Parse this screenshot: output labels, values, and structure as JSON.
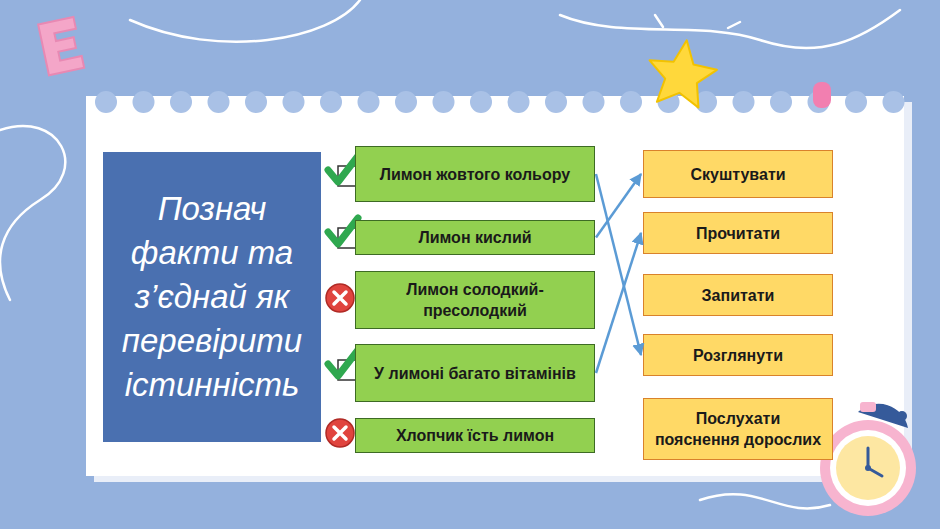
{
  "diagram": {
    "nodes": [
      {
        "text": [
          "Познач факти та з’єднай як перевірити істинність"
        ]
      },
      {
        "text": [
          "Лимон жовтого кольору"
        ]
      },
      {
        "text": [
          "Лимон кислий"
        ]
      },
      {
        "text": [
          "Лимон солодкий-пресолодкий"
        ]
      },
      {
        "text": [
          "У лимоні багато вітамінів"
        ]
      },
      {
        "text": [
          "Хлопчик їсть лимон"
        ]
      },
      {
        "text": [
          "Скуштувати"
        ]
      },
      {
        "text": [
          "Прочитати"
        ]
      },
      {
        "text": [
          "Запитати"
        ]
      },
      {
        "text": [
          "Розглянути"
        ]
      },
      {
        "text": [
          "Послухати пояснення дорослих"
        ]
      }
    ],
    "edges": [
      {
        "from": 1,
        "to": 9,
        "arrow": "to"
      },
      {
        "from": 2,
        "to": 6,
        "arrow": "to"
      },
      {
        "from": 4,
        "to": 7,
        "arrow": "to"
      }
    ]
  }
}
